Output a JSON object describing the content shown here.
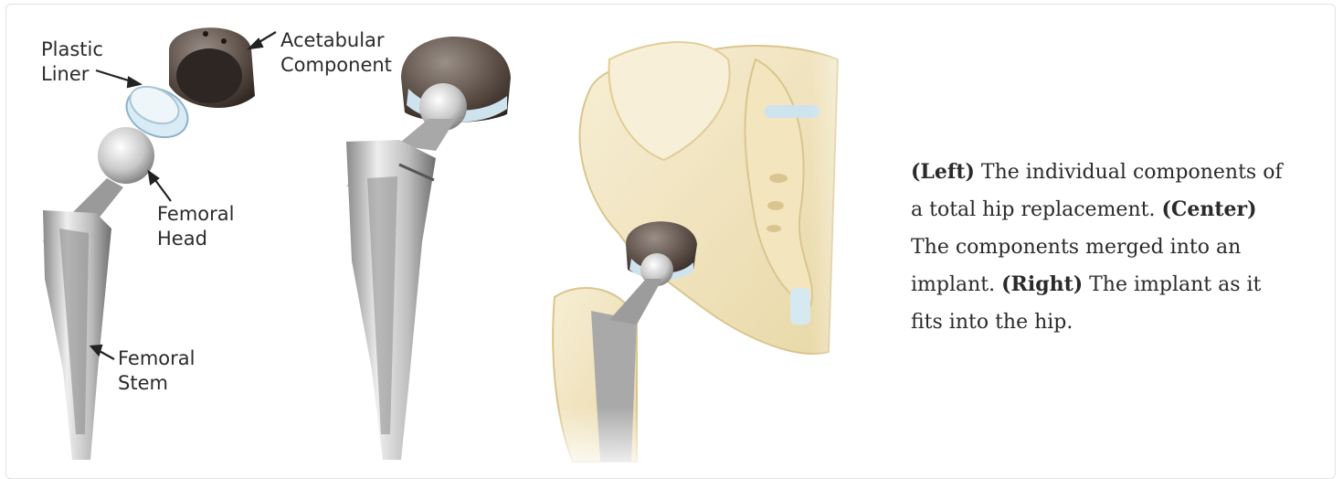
{
  "labels": {
    "plastic_liner": "Plastic\nLiner",
    "acetabular_component": "Acetabular\nComponent",
    "femoral_head": "Femoral\nHead",
    "femoral_stem": "Femoral\nStem"
  },
  "caption": {
    "left_tag": "(Left)",
    "left_text": " The individual components of a total hip replacement.",
    "center_tag": "(Center)",
    "center_text": " The components merged into an implant. ",
    "right_tag": "(Right)",
    "right_text": " The implant as it fits into the hip."
  },
  "colors": {
    "metal_light": "#e6e6e6",
    "metal_dark": "#7d7d7d",
    "cup_dark": "#4a3f38",
    "liner_blue": "#cfe3ee",
    "bone": "#f2e6c4"
  }
}
